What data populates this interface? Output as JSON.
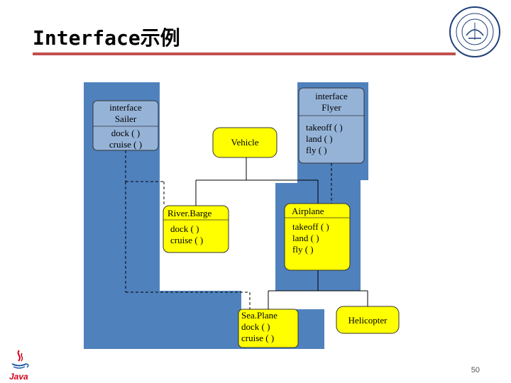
{
  "title": "Interface示例",
  "page_number": "50",
  "java_label": "Java",
  "colors": {
    "panel": "#4f81bd",
    "class_fill": "#ffff00",
    "interface_fill": "#95b3d7",
    "title_rule": "#c0504d"
  },
  "nodes": {
    "sailer": {
      "lines": [
        "interface",
        "Sailer",
        "dock ( )",
        "cruise ( )"
      ]
    },
    "flyer": {
      "lines": [
        "interface",
        "Flyer",
        "takeoff ( )",
        "land ( )",
        "fly ( )"
      ]
    },
    "vehicle": {
      "name": "Vehicle"
    },
    "riverbarge": {
      "name": "River.Barge",
      "methods": [
        "dock ( )",
        "cruise ( )"
      ]
    },
    "airplane": {
      "name": "Airplane",
      "methods": [
        "takeoff ( )",
        "land ( )",
        "fly ( )"
      ]
    },
    "seaplane": {
      "name": "Sea.Plane",
      "methods": [
        "dock ( )",
        "cruise ( )"
      ]
    },
    "helicopter": {
      "name": "Helicopter"
    }
  }
}
